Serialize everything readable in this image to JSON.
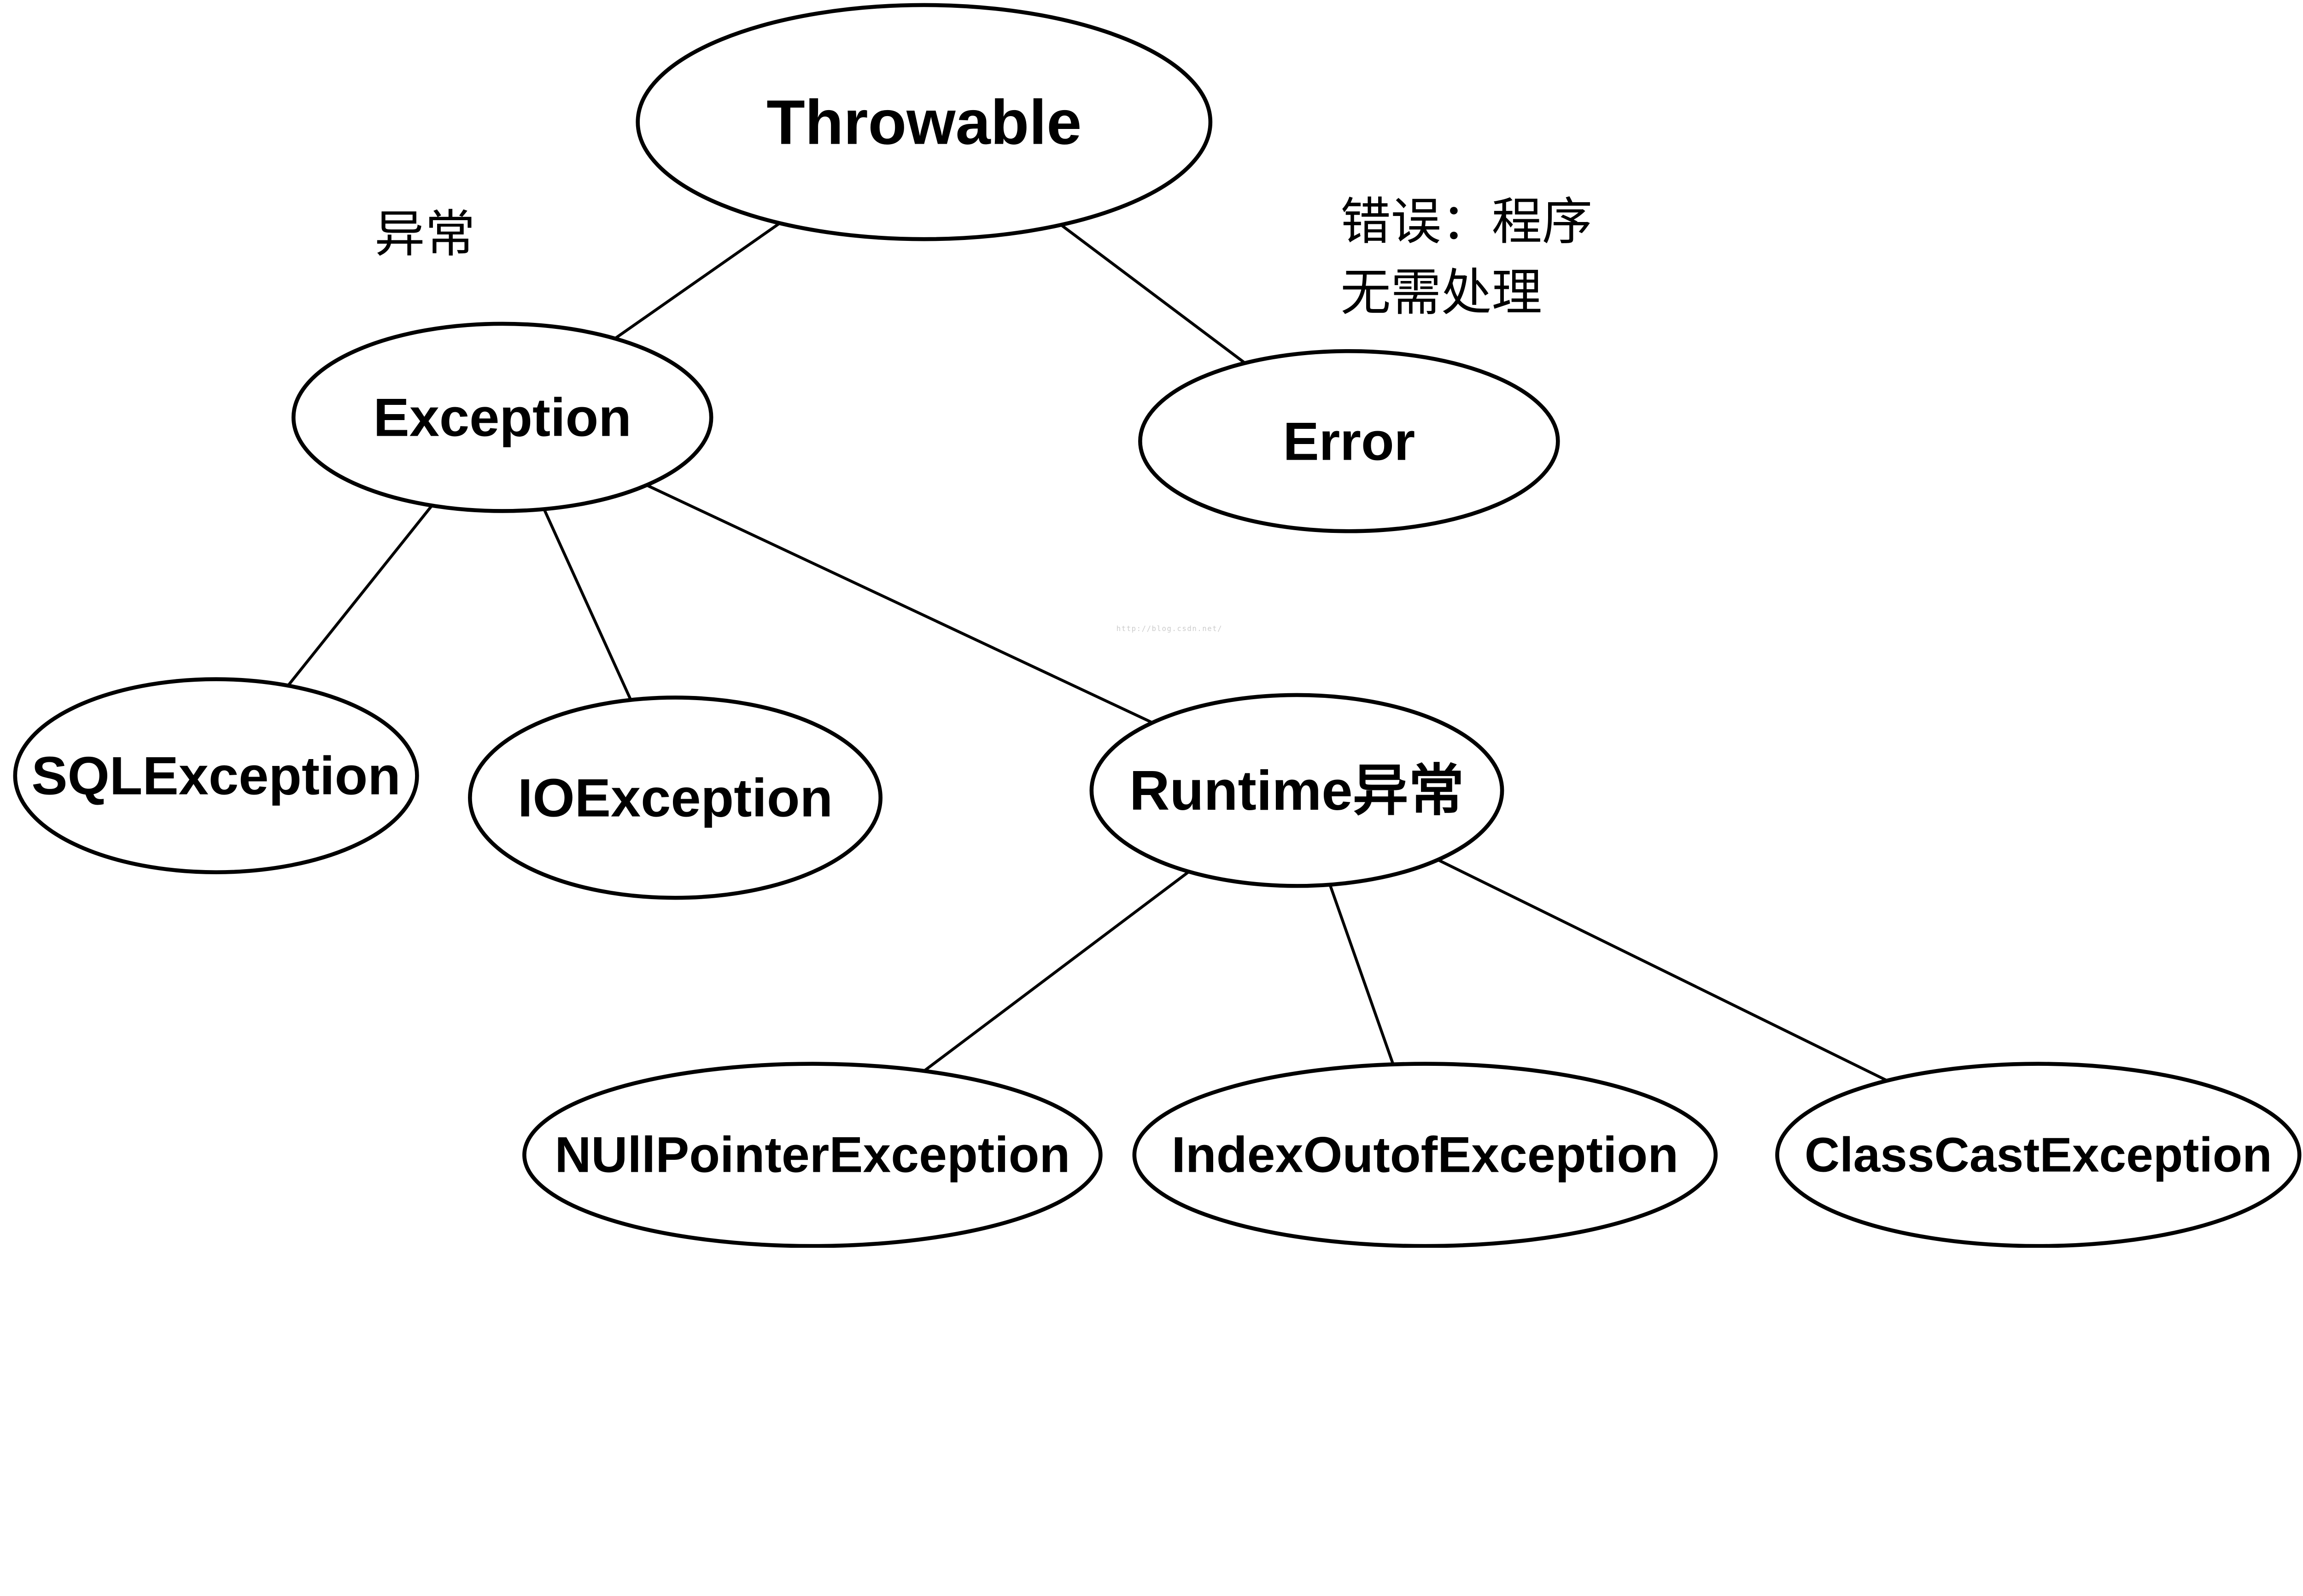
{
  "diagram": {
    "type": "hierarchy-tree",
    "nodes": {
      "throwable": {
        "label": "Throwable"
      },
      "exception": {
        "label": "Exception"
      },
      "error": {
        "label": "Error"
      },
      "sqlexception": {
        "label": "SQLException"
      },
      "ioexception": {
        "label": "IOException"
      },
      "runtime": {
        "label": "Runtime异常"
      },
      "nullpointer": {
        "label": "NUllPointerException"
      },
      "indexoutof": {
        "label": "IndexOutofException"
      },
      "classcast": {
        "label": "ClassCastException"
      }
    },
    "edges": [
      {
        "from": "throwable",
        "to": "exception"
      },
      {
        "from": "throwable",
        "to": "error"
      },
      {
        "from": "exception",
        "to": "sqlexception"
      },
      {
        "from": "exception",
        "to": "ioexception"
      },
      {
        "from": "exception",
        "to": "runtime"
      },
      {
        "from": "runtime",
        "to": "nullpointer"
      },
      {
        "from": "runtime",
        "to": "indexoutof"
      },
      {
        "from": "runtime",
        "to": "classcast"
      }
    ],
    "annotations": {
      "exception_note": "异常",
      "error_note_line1": "错误：程序",
      "error_note_line2": "无需处理",
      "watermark": "http://blog.csdn.net/"
    },
    "colors": {
      "stroke": "#000000",
      "text": "#000000",
      "watermark": "#cccccc",
      "background": "#ffffff"
    }
  }
}
